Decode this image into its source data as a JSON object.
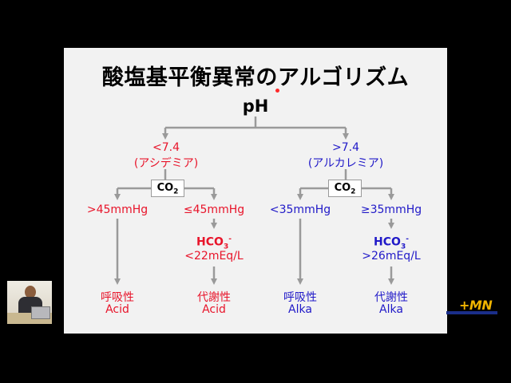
{
  "title": "酸塩基平衡異常のアルゴリズム",
  "root": "pH",
  "left": {
    "threshold": "<7.4",
    "state": "(アシデミア)",
    "box": {
      "base": "CO",
      "sub": "2"
    },
    "branch_a": {
      "cond": ">45mmHg",
      "res_line1": "呼吸性",
      "res_line2": "Acid"
    },
    "branch_b": {
      "cond": "≤45mmHg",
      "mid_base": "HCO",
      "mid_sub": "3",
      "mid_sup": "-",
      "mid_cond": "<22mEq/L",
      "res_line1": "代謝性",
      "res_line2": "Acid"
    }
  },
  "right": {
    "threshold": ">7.4",
    "state": "(アルカレミア)",
    "box": {
      "base": "CO",
      "sub": "2"
    },
    "branch_a": {
      "cond": "<35mmHg",
      "res_line1": "呼吸性",
      "res_line2": "Alka"
    },
    "branch_b": {
      "cond": "≥35mmHg",
      "mid_base": "HCO",
      "mid_sub": "3",
      "mid_sup": "-",
      "mid_cond": ">26mEq/L",
      "res_line1": "代謝性",
      "res_line2": "Alka"
    }
  },
  "colors": {
    "acid": "#e8142a",
    "alka": "#2019c8",
    "arrow": "#9a9a9a",
    "logo": "#f0b400"
  },
  "logo_text": "+MN"
}
